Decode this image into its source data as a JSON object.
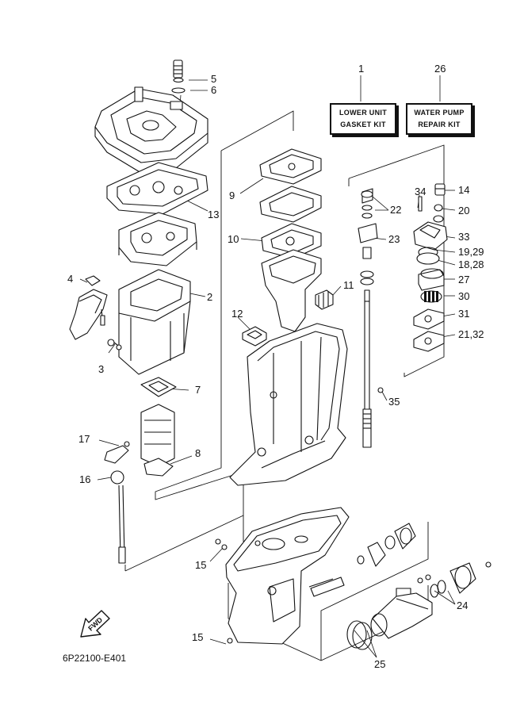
{
  "kits": {
    "lower_unit_gasket_kit": {
      "ref": "1",
      "line1": "LOWER UNIT",
      "line2": "GASKET KIT"
    },
    "water_pump_repair_kit": {
      "ref": "26",
      "line1": "WATER PUMP",
      "line2": "REPAIR KIT"
    }
  },
  "callouts": {
    "c5": "5",
    "c6": "6",
    "c13": "13",
    "c4": "4",
    "c2": "2",
    "c3": "3",
    "c7": "7",
    "c17": "17",
    "c8": "8",
    "c16": "16",
    "c15a": "15",
    "c15b": "15",
    "c9": "9",
    "c10": "10",
    "c11": "11",
    "c12": "12",
    "c22": "22",
    "c23": "23",
    "c35": "35",
    "c34": "34",
    "c14": "14",
    "c20": "20",
    "c33": "33",
    "c19_29": "19,29",
    "c18_28": "18,28",
    "c27": "27",
    "c30": "30",
    "c31": "31",
    "c21_32": "21,32",
    "c24": "24",
    "c25": "25"
  },
  "fwd_label": "FWD",
  "diagram_code": "6P22100-E401"
}
